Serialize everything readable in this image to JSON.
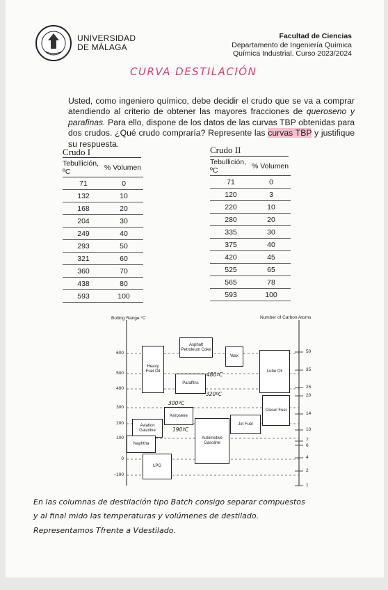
{
  "header": {
    "university_line1": "UNIVERSIDAD",
    "university_line2": "DE MÁLAGA",
    "logo_text": "UNIVERSIDAD DE MÁLAGA",
    "faculty": "Facultad de Ciencias",
    "department": "Departamento de Ingeniería Química",
    "course": "Química Industrial. Curso 2023/2024"
  },
  "handwritten_title": "CURVA DESTILACIÓN",
  "problem": {
    "text_a": "Usted, como ingeniero químico, debe decidir el crudo que se va a comprar atendiendo al criterio de obtener las mayores fracciones de ",
    "text_em": "queroseno y parafinas.",
    "text_b": " Para ello, dispone de los datos de las curvas TBP obtenidas para dos crudos. ¿Qué crudo compraría? Represente las ",
    "text_hl": "curvas TBP",
    "text_c": " y justifique su respuesta."
  },
  "crudo1": {
    "title": "Crudo I",
    "col1": "Tebullición, ºC",
    "col2": "% Volumen",
    "rows": [
      [
        "71",
        "0"
      ],
      [
        "132",
        "10"
      ],
      [
        "168",
        "20"
      ],
      [
        "204",
        "30"
      ],
      [
        "249",
        "40"
      ],
      [
        "293",
        "50"
      ],
      [
        "321",
        "60"
      ],
      [
        "360",
        "70"
      ],
      [
        "438",
        "80"
      ],
      [
        "593",
        "100"
      ]
    ]
  },
  "crudo2": {
    "title": "Crudo II",
    "col1": "Tebullición, ºC",
    "col2": "% Volumen",
    "rows": [
      [
        "71",
        "0"
      ],
      [
        "120",
        "3"
      ],
      [
        "220",
        "10"
      ],
      [
        "280",
        "20"
      ],
      [
        "335",
        "30"
      ],
      [
        "375",
        "40"
      ],
      [
        "420",
        "45"
      ],
      [
        "525",
        "65"
      ],
      [
        "565",
        "78"
      ],
      [
        "593",
        "100"
      ]
    ]
  },
  "figure": {
    "left_title": "Boiling Range °C",
    "right_title": "Number of Carbon Atoms",
    "left_ticks": [
      "600",
      "500",
      "400",
      "300",
      "200",
      "100",
      "0",
      "−100"
    ],
    "right_ticks": [
      "50",
      "35",
      "25",
      "20",
      "14",
      "10",
      "7",
      "6",
      "4",
      "2",
      "1"
    ],
    "boxes": {
      "heavy_fuel": "Heavy Fuel Oil",
      "asphalt": "Asphalt Petroleum Coke",
      "wax": "Wax",
      "lube": "Lube Oil",
      "paraffins": "Paraffins",
      "diesel": "Diesel Fuel",
      "kerosene": "Kerosene",
      "jet": "Jet Fuel",
      "aviation": "Aviation Gasoline",
      "automotive": "Automotive Gasoline",
      "naphtha": "Naphtha",
      "lpg": "LPG"
    },
    "annotations": [
      "480ºC",
      "320ºC",
      "300ºC",
      "190ºC"
    ]
  },
  "notes": {
    "line1": "En las columnas de destilación tipo Batch consigo separar compuestos",
    "line2": "y al final mido las temperaturas y volúmenes de destilado.",
    "line3": "Representamos Tfrente a Vdestilado."
  }
}
